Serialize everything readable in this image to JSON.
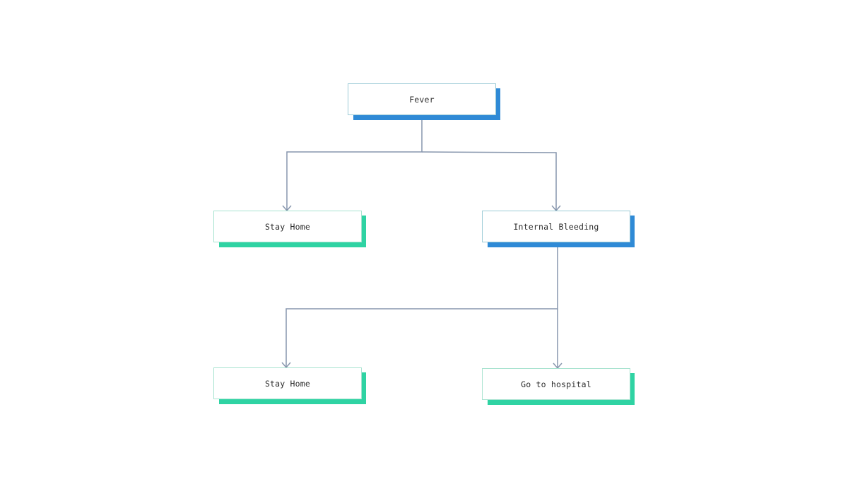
{
  "colors": {
    "blue_accent": "#2f8ad6",
    "green_accent": "#2fd3a3",
    "connector": "#8796ad"
  },
  "nodes": {
    "root": {
      "label": "Fever",
      "accent": "blue"
    },
    "left_1": {
      "label": "Stay Home",
      "accent": "green"
    },
    "right_1": {
      "label": "Internal Bleeding",
      "accent": "blue"
    },
    "left_2": {
      "label": "Stay Home",
      "accent": "green"
    },
    "right_2": {
      "label": "Go to hospital",
      "accent": "green"
    }
  },
  "edges": [
    {
      "from": "root",
      "to": "left_1"
    },
    {
      "from": "root",
      "to": "right_1"
    },
    {
      "from": "right_1",
      "to": "left_2"
    },
    {
      "from": "right_1",
      "to": "right_2"
    }
  ]
}
